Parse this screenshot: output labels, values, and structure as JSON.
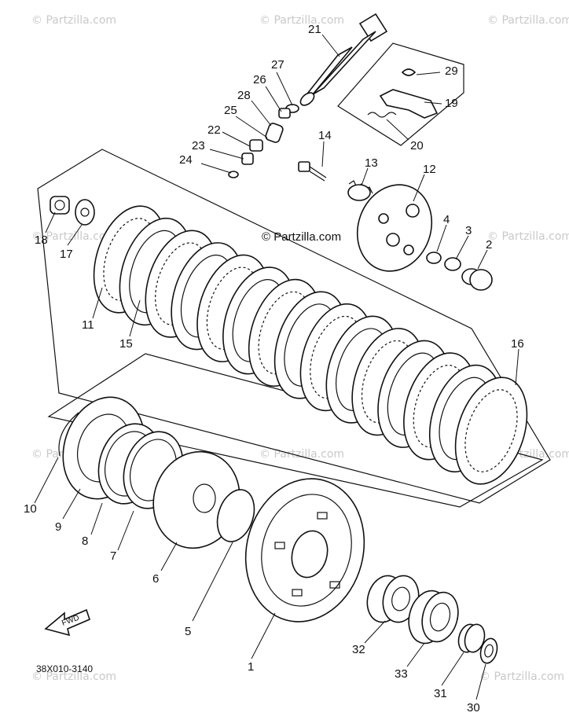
{
  "watermark": "© Partzilla.com",
  "figure_code": "38X010-3140",
  "fwd_label": "FWD",
  "callouts": [
    "1",
    "2",
    "3",
    "4",
    "5",
    "6",
    "7",
    "8",
    "9",
    "10",
    "11",
    "12",
    "13",
    "14",
    "15",
    "16",
    "17",
    "18",
    "19",
    "20",
    "21",
    "22",
    "23",
    "24",
    "25",
    "26",
    "27",
    "28",
    "29",
    "30",
    "31",
    "32",
    "33"
  ]
}
